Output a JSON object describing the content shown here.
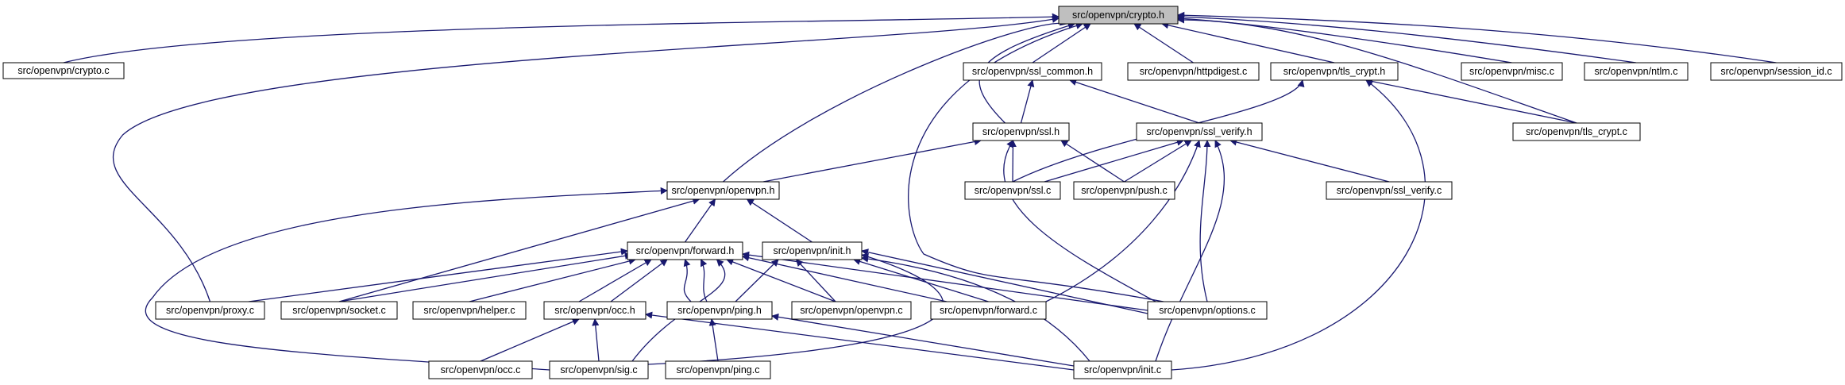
{
  "nodes": {
    "crypto_h": "src/openvpn/crypto.h",
    "crypto_c": "src/openvpn/crypto.c",
    "ssl_common_h": "src/openvpn/ssl_common.h",
    "httpdigest_c": "src/openvpn/httpdigest.c",
    "tls_crypt_h": "src/openvpn/tls_crypt.h",
    "misc_c": "src/openvpn/misc.c",
    "ntlm_c": "src/openvpn/ntlm.c",
    "session_id_c": "src/openvpn/session_id.c",
    "ssl_h": "src/openvpn/ssl.h",
    "ssl_verify_h": "src/openvpn/ssl_verify.h",
    "tls_crypt_c": "src/openvpn/tls_crypt.c",
    "openvpn_h": "src/openvpn/openvpn.h",
    "ssl_c": "src/openvpn/ssl.c",
    "push_c": "src/openvpn/push.c",
    "ssl_verify_c": "src/openvpn/ssl_verify.c",
    "forward_h": "src/openvpn/forward.h",
    "init_h": "src/openvpn/init.h",
    "proxy_c": "src/openvpn/proxy.c",
    "socket_c": "src/openvpn/socket.c",
    "helper_c": "src/openvpn/helper.c",
    "occ_h": "src/openvpn/occ.h",
    "ping_h": "src/openvpn/ping.h",
    "openvpn_c": "src/openvpn/openvpn.c",
    "forward_c": "src/openvpn/forward.c",
    "options_c": "src/openvpn/options.c",
    "occ_c": "src/openvpn/occ.c",
    "sig_c": "src/openvpn/sig.c",
    "ping_c": "src/openvpn/ping.c",
    "init_c": "src/openvpn/init.c"
  },
  "colors": {
    "edge": "#191970",
    "root_fill": "#bfbfbf"
  }
}
